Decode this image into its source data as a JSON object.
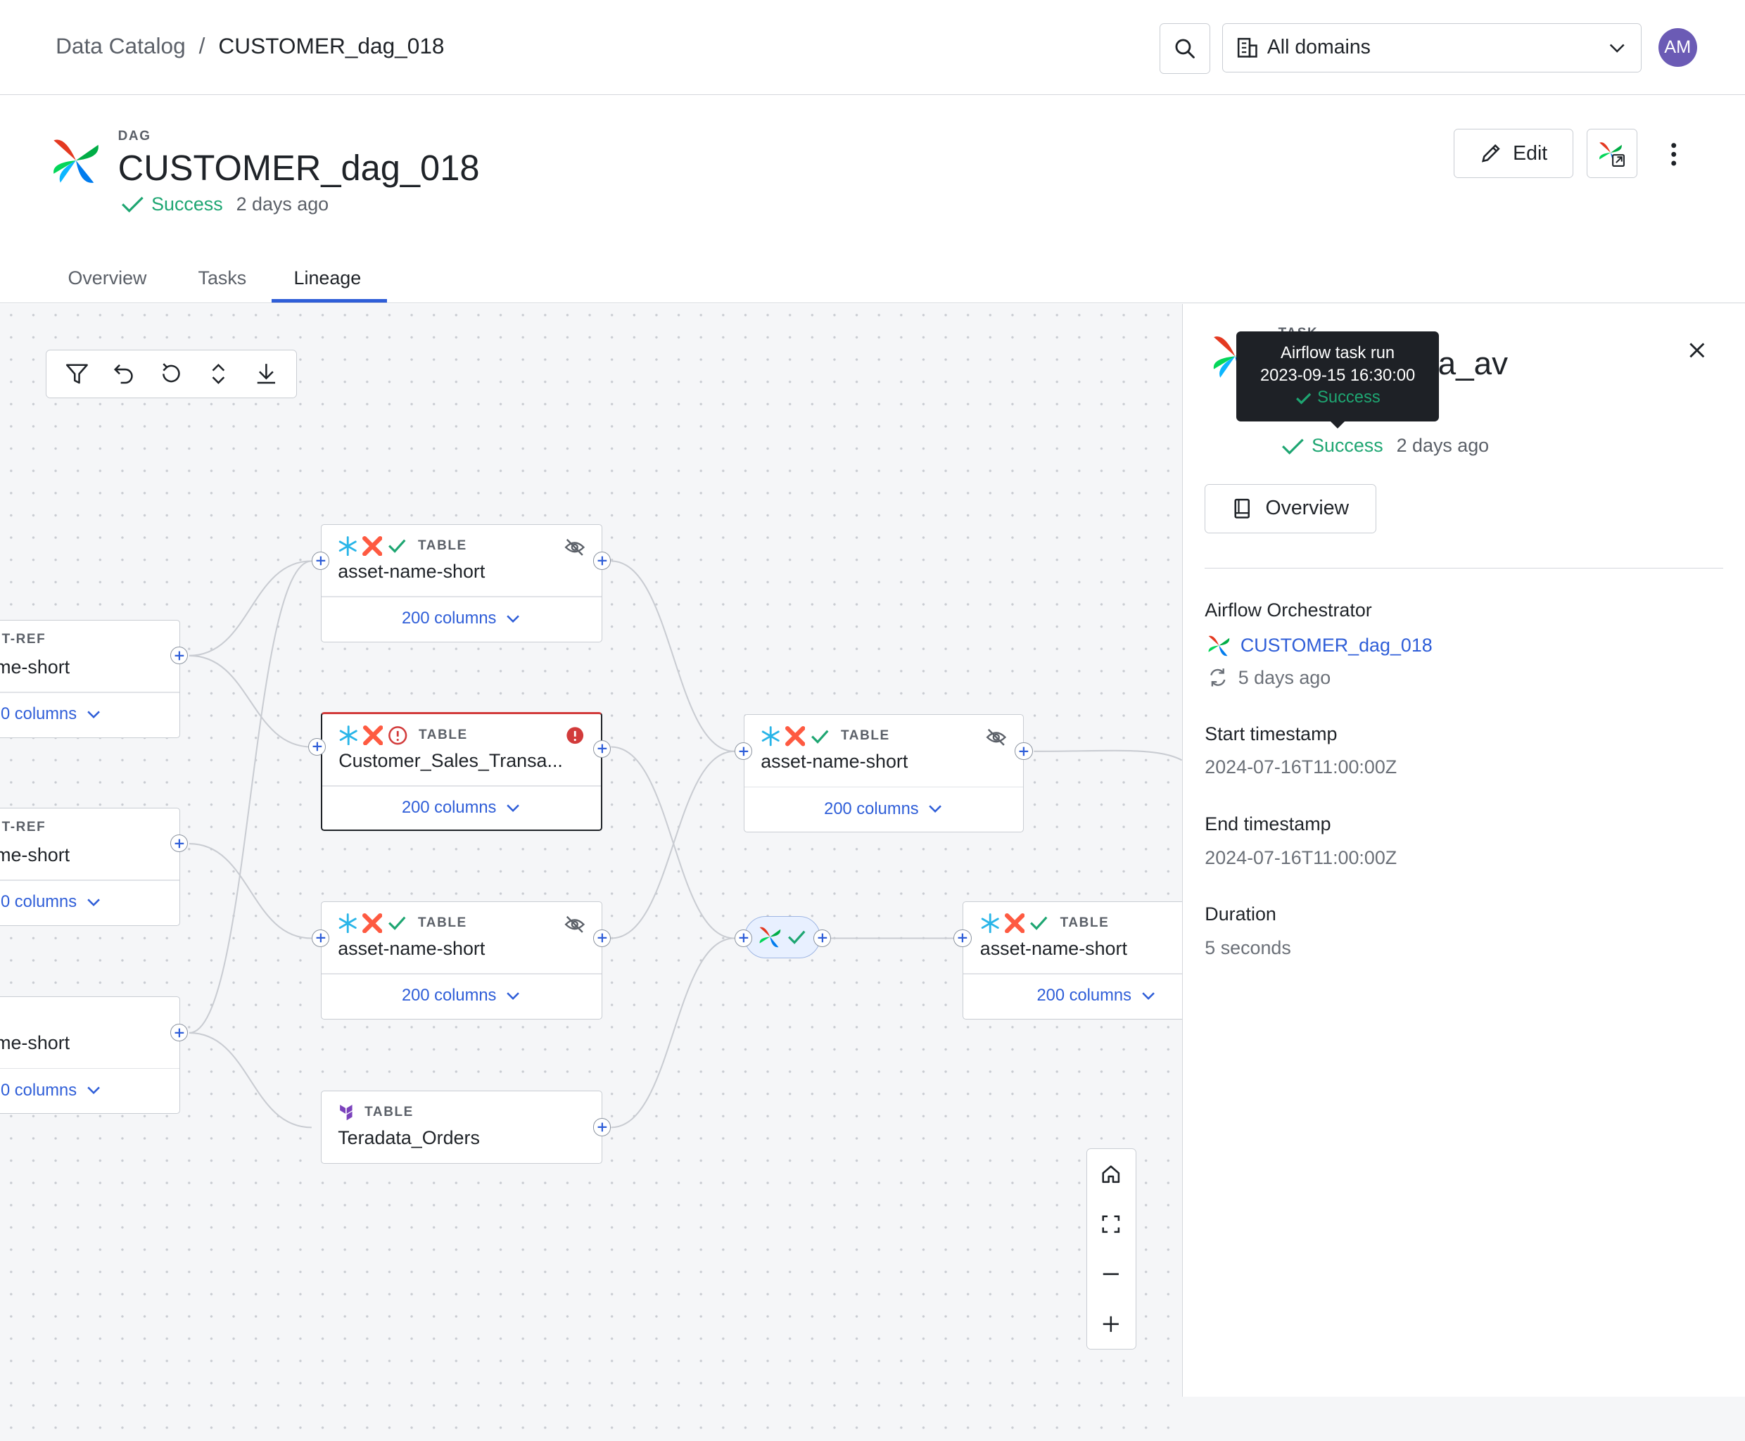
{
  "breadcrumb": {
    "root": "Data Catalog",
    "separator": "/",
    "current": "CUSTOMER_dag_018"
  },
  "domain_select": {
    "value": "All domains"
  },
  "user": {
    "initials": "AM",
    "avatar_color": "#6b5bb5"
  },
  "header": {
    "kind": "DAG",
    "title": "CUSTOMER_dag_018",
    "status": "Success",
    "time_ago": "2 days ago",
    "edit_label": "Edit"
  },
  "tabs": [
    {
      "label": "Overview"
    },
    {
      "label": "Tasks"
    },
    {
      "label": "Lineage",
      "active": true
    }
  ],
  "colors": {
    "accent": "#2f5ed8",
    "success": "#1ea672",
    "error": "#d23b3b"
  },
  "lineage": {
    "nodes": [
      {
        "kind": "T-REF",
        "name": "me-short",
        "columns": "0 columns"
      },
      {
        "kind": "T-REF",
        "name": "me-short",
        "columns": "0 columns"
      },
      {
        "kind": "",
        "name": "me-short",
        "columns": "0 columns"
      },
      {
        "kind": "TABLE",
        "name": "asset-name-short",
        "columns": "200 columns",
        "icons": [
          "snowflake-icon",
          "dbt-icon",
          "check-icon"
        ]
      },
      {
        "kind": "TABLE",
        "name": "Customer_Sales_Transa...",
        "columns": "200 columns",
        "icons": [
          "snowflake-icon",
          "dbt-icon",
          "alert-icon"
        ],
        "selected": true
      },
      {
        "kind": "TABLE",
        "name": "asset-name-short",
        "columns": "200 columns",
        "icons": [
          "snowflake-icon",
          "dbt-icon",
          "check-icon"
        ]
      },
      {
        "kind": "TABLE",
        "name": "Teradata_Orders",
        "columns": "",
        "icons": [
          "terraform-icon"
        ]
      },
      {
        "kind": "TABLE",
        "name": "asset-name-short",
        "columns": "200 columns",
        "icons": [
          "snowflake-icon",
          "dbt-icon",
          "check-icon"
        ]
      },
      {
        "kind": "TABLE",
        "name": "asset-name-short",
        "columns": "200 columns",
        "icons": [
          "snowflake-icon",
          "dbt-icon",
          "check-icon"
        ]
      }
    ]
  },
  "tooltip": {
    "title": "Airflow task run",
    "timestamp": "2023-09-15 16:30:00",
    "status": "Success"
  },
  "panel": {
    "kind": "TASK",
    "title": "source_data_av",
    "status": "Success",
    "time_ago": "2 days ago",
    "overview_label": "Overview",
    "orchestrator_label": "Airflow Orchestrator",
    "orchestrator_link": "CUSTOMER_dag_018",
    "orchestrator_ago": "5 days ago",
    "start_label": "Start timestamp",
    "start_value": "2024-07-16T11:00:00Z",
    "end_label": "End timestamp",
    "end_value": "2024-07-16T11:00:00Z",
    "duration_label": "Duration",
    "duration_value": "5 seconds"
  }
}
